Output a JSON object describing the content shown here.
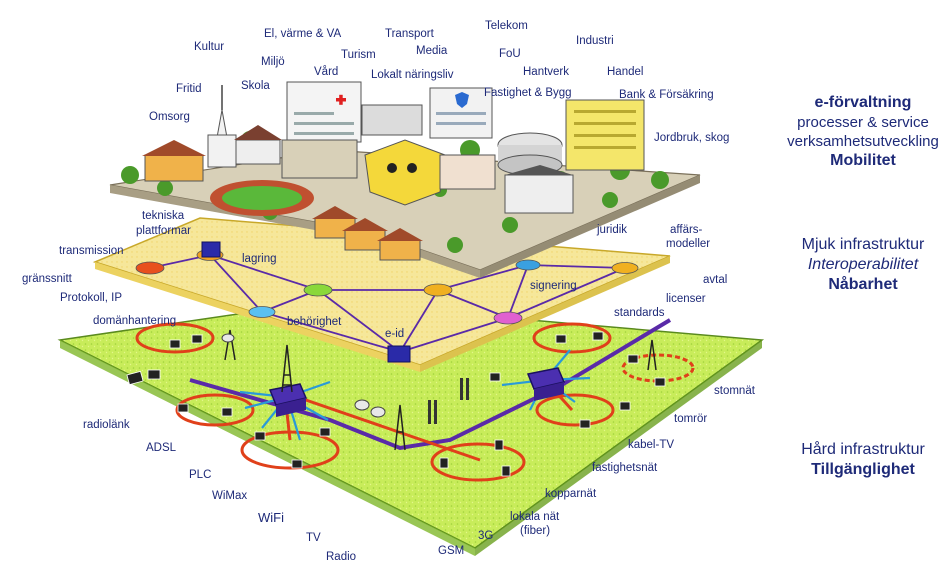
{
  "colors": {
    "text": "#1e2a78",
    "top_layer": "#f6e79a",
    "bottom_layer": "#c8ec5a",
    "network_purple": "#5a2aa8",
    "network_red": "#e0401a",
    "network_blue": "#2a9ad8"
  },
  "city_labels": [
    "Kultur",
    "El, värme & VA",
    "Transport",
    "Telekom",
    "Industri",
    "Miljö",
    "Media",
    "Turism",
    "FoU",
    "Fritid",
    "Skola",
    "Vård",
    "Lokalt näringsliv",
    "Hantverk",
    "Handel",
    "Fastighet & Bygg",
    "Bank & Försäkring",
    "Omsorg",
    "Jordbruk, skog"
  ],
  "mid_labels": [
    "tekniska",
    "plattformar",
    "transmission",
    "lagring",
    "juridik",
    "affärs-",
    "modeller",
    "gränssnitt",
    "avtal",
    "signering",
    "licenser",
    "Protokoll, IP",
    "domänhantering",
    "behörighet",
    "standards",
    "e-id"
  ],
  "bottom_labels": [
    "stomnät",
    "tomrör",
    "radiolänk",
    "kabel-TV",
    "ADSL",
    "fastighetsnät",
    "PLC",
    "WiMax",
    "kopparnät",
    "WiFi",
    "lokala nät",
    "(fiber)",
    "3G",
    "TV",
    "GSM",
    "Radio"
  ],
  "side": {
    "top": {
      "title": "e-förvaltning",
      "line1": "processer & service",
      "line2": "verksamhetsutveckling",
      "bold": "Mobilitet"
    },
    "middle": {
      "title": "Mjuk infrastruktur",
      "italic": "Interoperabilitet",
      "bold": "Nåbarhet"
    },
    "bottom": {
      "title": "Hård infrastruktur",
      "bold": "Tillgänglighet"
    }
  }
}
